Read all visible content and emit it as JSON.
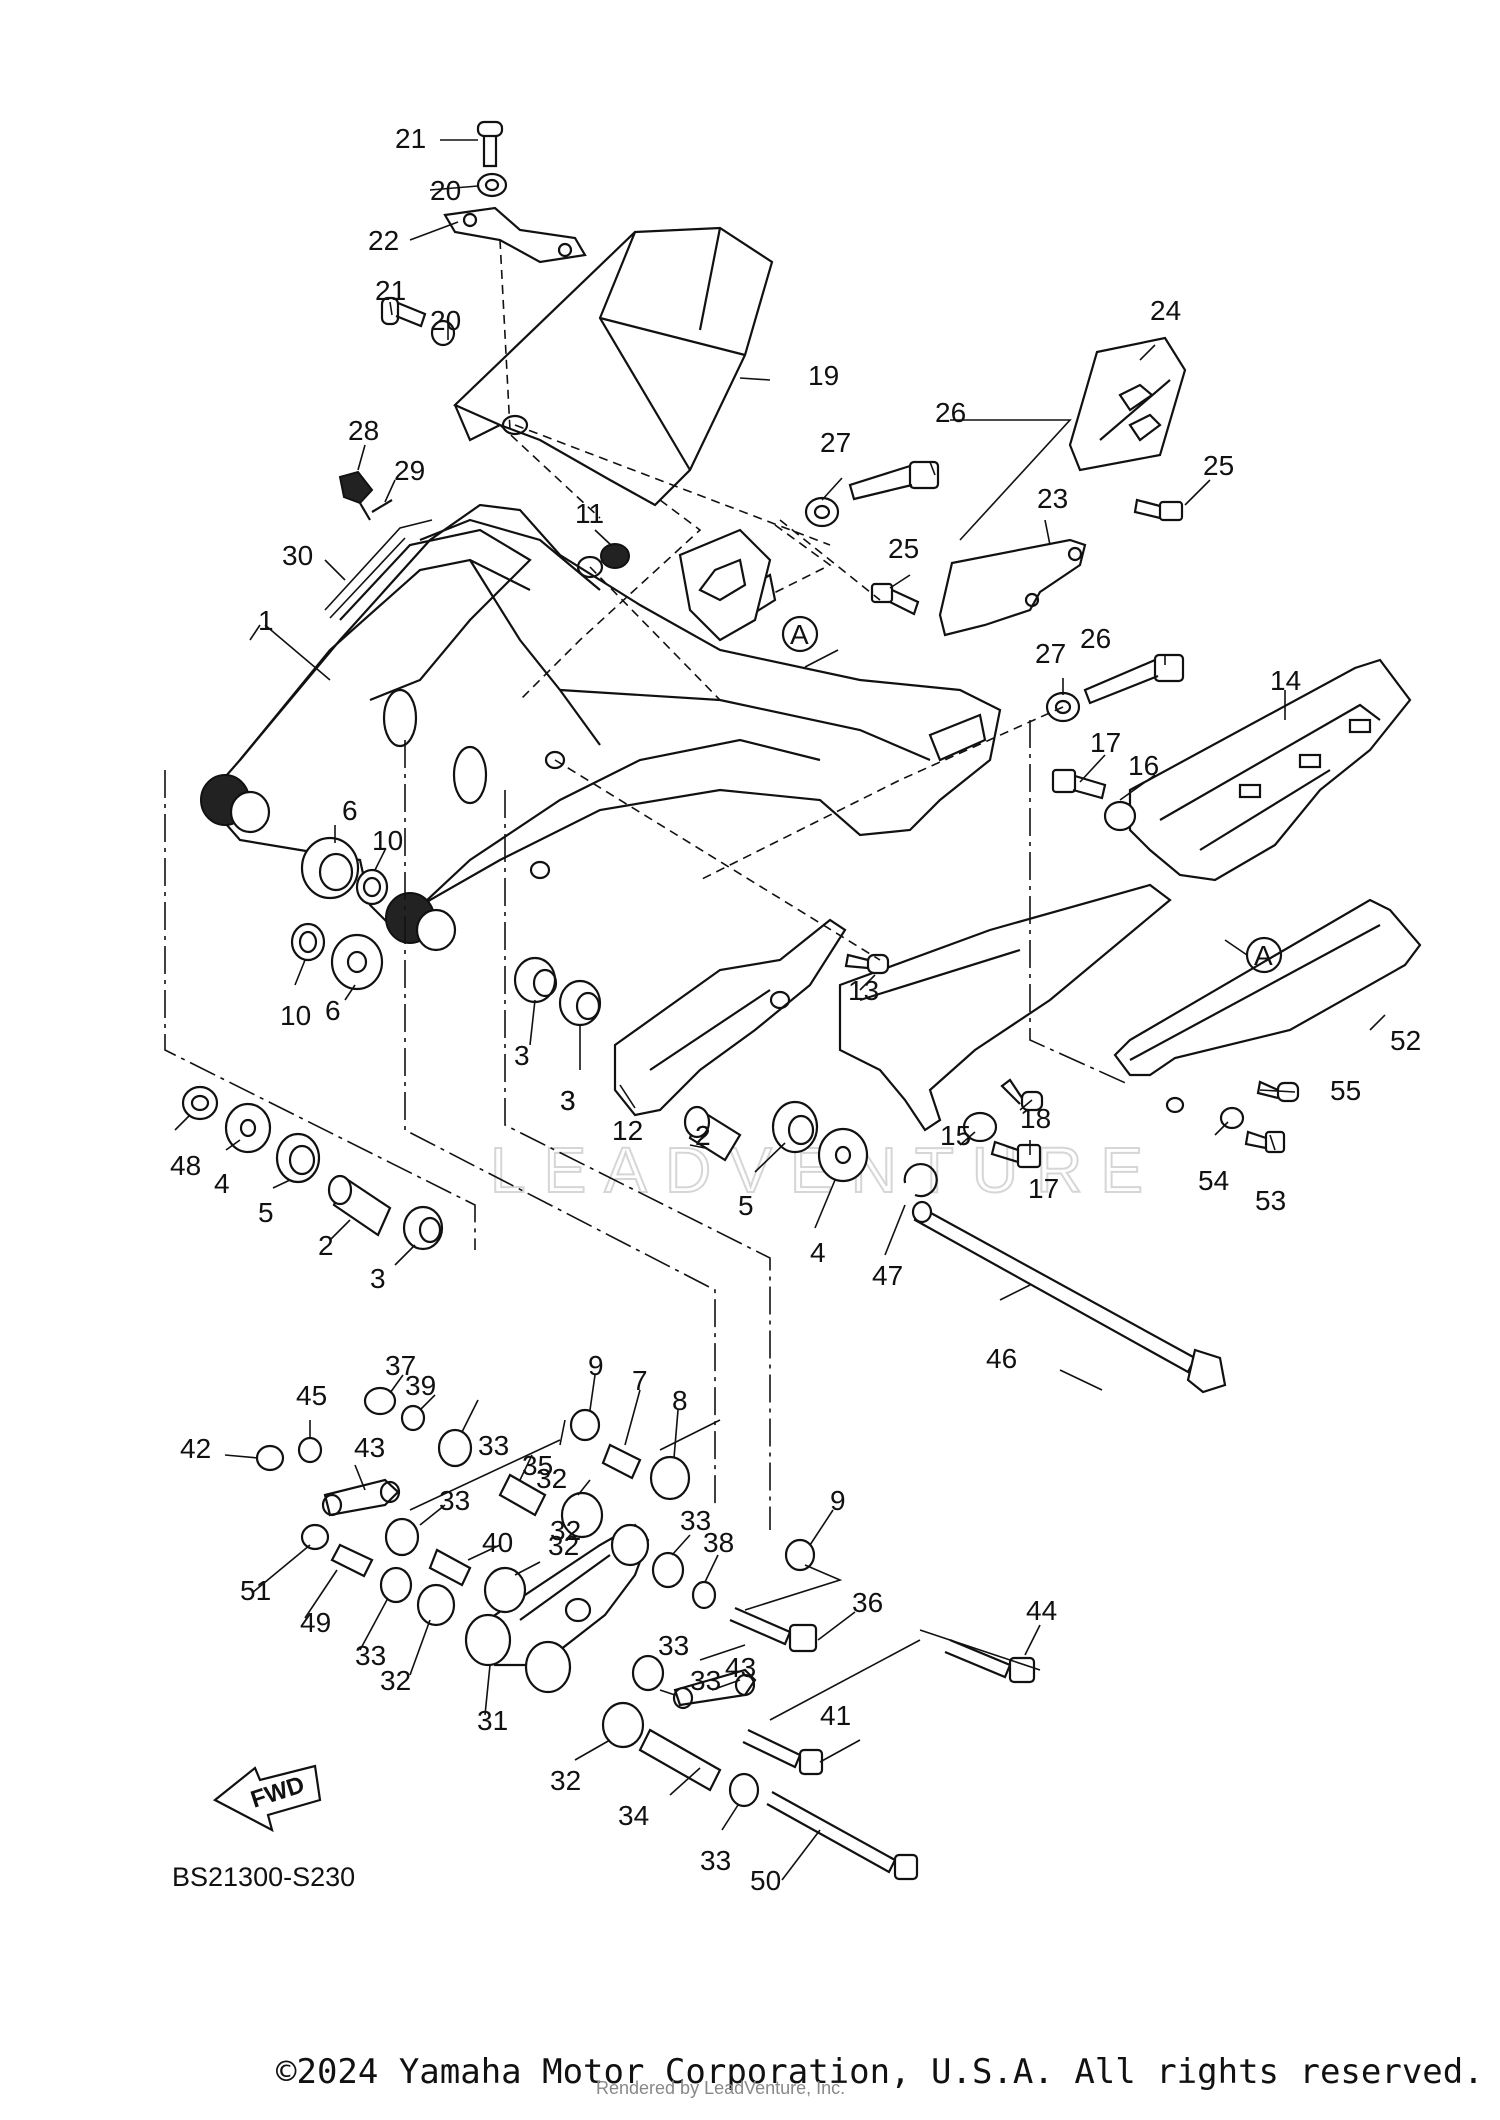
{
  "diagram": {
    "code": "BS21300-S230",
    "fwd_label": "FWD",
    "reference_marker": "A",
    "watermark": "LEADVENTURE",
    "copyright": "©2024 Yamaha Motor Corporation, U.S.A. All rights reserved.",
    "rendered_by": "Rendered by LeadVenture, Inc.",
    "callouts": [
      "1",
      "2",
      "2",
      "2",
      "3",
      "3",
      "3",
      "3",
      "4",
      "4",
      "5",
      "5",
      "6",
      "6",
      "7",
      "8",
      "9",
      "9",
      "10",
      "10",
      "11",
      "12",
      "13",
      "14",
      "15",
      "16",
      "17",
      "17",
      "18",
      "19",
      "20",
      "20",
      "21",
      "21",
      "22",
      "23",
      "24",
      "25",
      "25",
      "26",
      "26",
      "27",
      "27",
      "28",
      "29",
      "30",
      "31",
      "32",
      "32",
      "32",
      "32",
      "32",
      "33",
      "33",
      "33",
      "33",
      "33",
      "33",
      "33",
      "34",
      "35",
      "36",
      "37",
      "38",
      "39",
      "40",
      "41",
      "42",
      "43",
      "43",
      "44",
      "45",
      "46",
      "47",
      "48",
      "49",
      "50",
      "51",
      "52",
      "53",
      "54",
      "55"
    ]
  }
}
